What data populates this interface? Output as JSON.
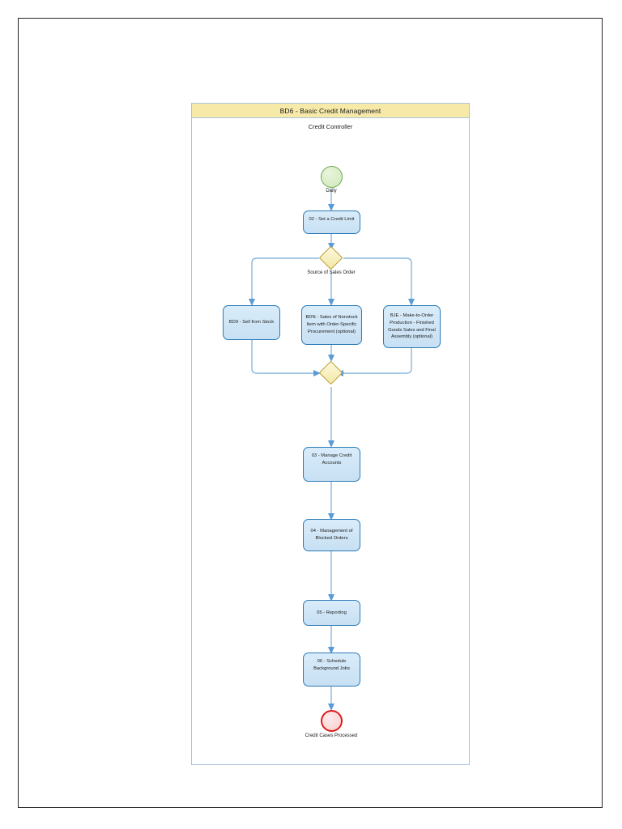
{
  "diagram": {
    "pool_title": "BD6 - Basic Credit Management",
    "lane_title": "Credit Controller",
    "colors": {
      "pool_header": "#f7e9a8",
      "pool_border": "#aac4de",
      "task_fill": "#cfe5f5",
      "task_border": "#2c7bb6",
      "gateway_fill": "#f7efb8",
      "gateway_border": "#b59b2e",
      "start_fill": "#d6ecc2",
      "start_border": "#6aa84f",
      "end_fill": "#fbdcdc",
      "end_border": "#e01b1b",
      "flow": "#8ab6dc",
      "page_border": "#262626"
    },
    "nodes": {
      "start_event": {
        "type": "start-event",
        "label": "Daily"
      },
      "task_02": {
        "type": "task",
        "label": "02 - Set a Credit Limit"
      },
      "gateway_split": {
        "type": "exclusive-gateway",
        "label": "Source of Sales Order"
      },
      "task_bd9": {
        "type": "task",
        "label": "BD9 - Sell from Stock"
      },
      "task_bdn": {
        "type": "task",
        "label": "BDN - Sales of Nonstock Item with Order-Specific Procurement (optional)"
      },
      "task_bje": {
        "type": "task",
        "label": "BJE - Make-to-Order Production - Finished Goods Sales and Final Assembly (optional)"
      },
      "gateway_merge": {
        "type": "exclusive-gateway",
        "label": ""
      },
      "task_03": {
        "type": "task",
        "label": "03 - Manage Credit Accounts"
      },
      "task_04": {
        "type": "task",
        "label": "04 - Management of Blocked Orders"
      },
      "task_05": {
        "type": "task",
        "label": "05 - Reporting"
      },
      "task_06": {
        "type": "task",
        "label": "06 - Schedule Background Jobs"
      },
      "end_event": {
        "type": "end-event",
        "label": "Credit Cases Processed"
      }
    }
  }
}
